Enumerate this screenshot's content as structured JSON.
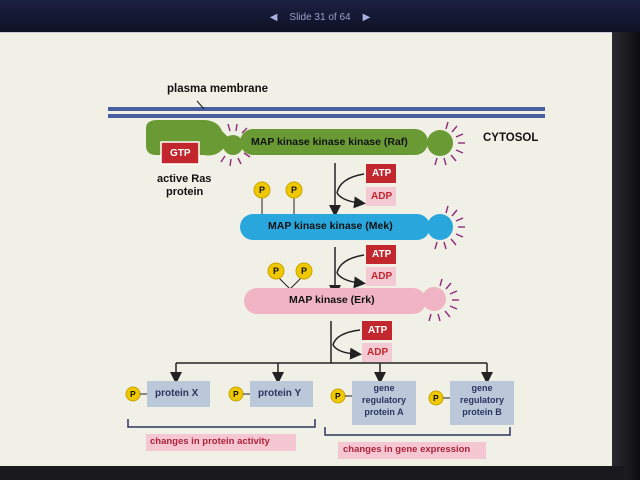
{
  "nav": {
    "slide_indicator": "Slide 31 of 64"
  },
  "labels": {
    "plasma_membrane": "plasma membrane",
    "cytosol": "CYTOSOL",
    "gtp": "GTP",
    "active_ras": "active Ras",
    "protein": "protein",
    "raf": "MAP kinase kinase kinase (Raf)",
    "mek": "MAP kinase kinase (Mek)",
    "erk": "MAP kinase (Erk)",
    "atp": "ATP",
    "adp": "ADP",
    "phosphate": "P",
    "protein_x": "protein X",
    "protein_y": "protein Y",
    "gene_reg_a": [
      "gene",
      "regulatory",
      "protein A"
    ],
    "gene_reg_b": [
      "gene",
      "regulatory",
      "protein B"
    ],
    "changes_activity": "changes in protein activity",
    "changes_expression": "changes in gene expression"
  },
  "colors": {
    "membrane": "#4a5fa0",
    "raf": "#6a9a34",
    "mek": "#29a7dc",
    "erk": "#f0b4c4",
    "atp": "#c1272d",
    "adp_bg": "#f3c9d3",
    "adp_text": "#c1272d",
    "phosphate": "#f0c800",
    "target_box": "#bac8da",
    "caption_bg": "#f4c7d3",
    "spikes": "#8e2a7a"
  }
}
